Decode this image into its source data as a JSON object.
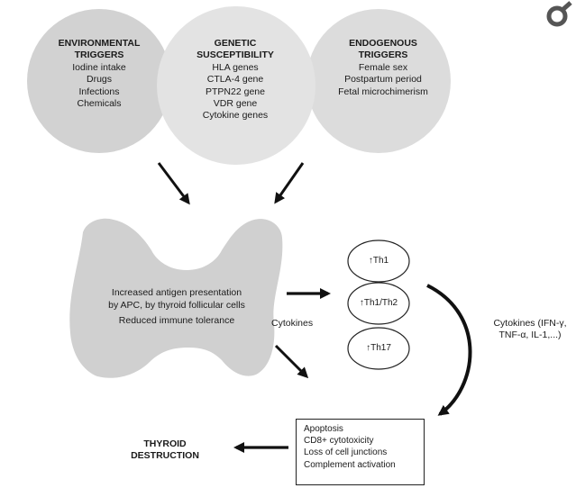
{
  "triggers": {
    "environmental": {
      "title_line1": "ENVIRONMENTAL",
      "title_line2": "TRIGGERS",
      "items": [
        "Iodine intake",
        "Drugs",
        "Infections",
        "Chemicals"
      ]
    },
    "genetic": {
      "title_line1": "GENETIC",
      "title_line2": "SUSCEPTIBILITY",
      "items": [
        "HLA genes",
        "CTLA-4 gene",
        "PTPN22 gene",
        "VDR gene",
        "Cytokine genes"
      ]
    },
    "endogenous": {
      "title_line1": "ENDOGENOUS",
      "title_line2": "TRIGGERS",
      "items": [
        "Female sex",
        "Postpartum period",
        "Fetal microchimerism"
      ]
    }
  },
  "thyroid": {
    "lines": [
      "Increased antigen presentation",
      "by APC, by thyroid follicular cells",
      "Reduced immune tolerance"
    ]
  },
  "cytokines_label": "Cytokines",
  "th_cells": [
    "↑Th1",
    "↑Th1/Th2",
    "↑Th17"
  ],
  "cytokines_right": {
    "line1": "Cytokines (IFN-γ,",
    "line2": "TNF-α, IL-1,...)"
  },
  "effects_box": {
    "items": [
      "Apoptosis",
      "CD8+ cytotoxicity",
      "Loss of cell junctions",
      "Complement activation"
    ]
  },
  "outcome": {
    "line1": "THYROID",
    "line2": "DESTRUCTION"
  },
  "colors": {
    "circle_fill": "#d6d6d6",
    "thyroid_fill": "#d2d2d2",
    "arrow": "#111111",
    "icon": "#5a5a5a"
  }
}
